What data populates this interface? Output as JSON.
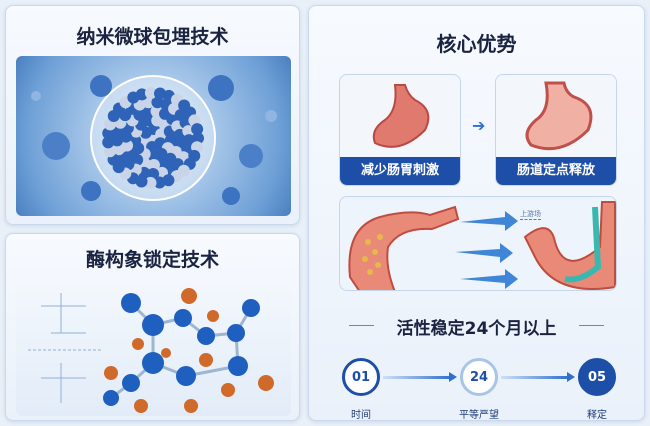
{
  "left_top": {
    "title": "纳米微球包埋技术"
  },
  "left_bottom": {
    "title": "酶构象锁定技术"
  },
  "right": {
    "title": "核心优势",
    "cards": [
      {
        "label": "减少肠胃刺激"
      },
      {
        "label": "肠道定点释放"
      }
    ],
    "diagram_label": "上游场",
    "stability_title": "活性稳定24个月以上",
    "timeline": [
      {
        "value": "01",
        "label": "时间"
      },
      {
        "value": "24",
        "label": "平等严望"
      },
      {
        "value": "05",
        "label": "释定"
      }
    ]
  },
  "colors": {
    "primary": "#1e4fa8",
    "accent": "#2f6fd0",
    "orange": "#d06a2a"
  }
}
